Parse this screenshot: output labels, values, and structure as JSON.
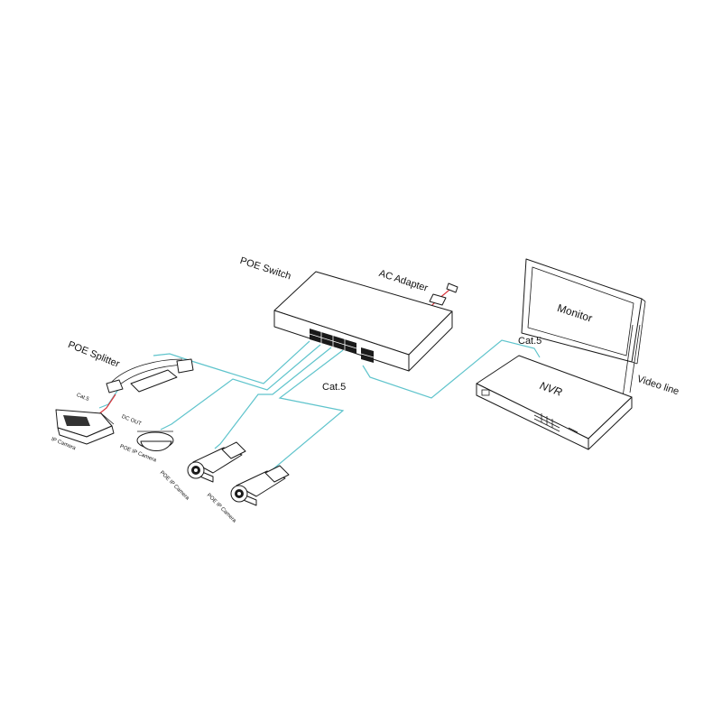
{
  "colors": {
    "cable": "#5fc4cc",
    "power": "#d9333a",
    "outline": "#1a1a1a"
  },
  "labels": {
    "poe_switch": "POE Switch",
    "ac_adapter": "AC Adapter",
    "monitor": "Monitor",
    "nvr": "NVR",
    "video_line": "Video line",
    "cat5_top": "Cat.5",
    "cat5_mid": "Cat.5",
    "cat5_splitter": "Cat.5",
    "poe_splitter": "POE Splitter",
    "dc_out": "DC OUT",
    "ip_camera": "IP Camera",
    "poe_ip_camera_dome": "POE IP Camera",
    "poe_ip_camera_bullet_1": "POE IP Camera",
    "poe_ip_camera_bullet_2": "POE IP Camera"
  }
}
